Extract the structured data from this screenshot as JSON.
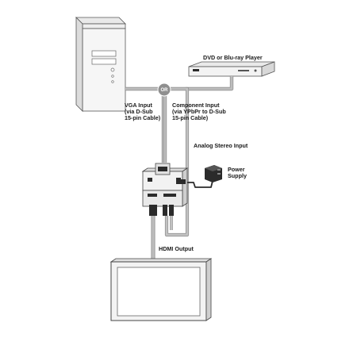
{
  "labels": {
    "dvd_player": "DVD or Blu-ray Player",
    "or_marker": "OR",
    "vga_input": "VGA Input\n(via D-Sub\n15-pin Cable)",
    "component_input": "Component Input\n(via YPbPr to D-Sub\n15-pin Cable)",
    "analog_stereo_input": "Analog Stereo Input",
    "power_supply": "Power\nSupply",
    "hdmi_output": "HDMI Output"
  },
  "colors": {
    "cable": "#b5b5b5",
    "cable_edge": "#8a8a8a",
    "device_body": "#f4f4f4",
    "device_outline": "#555555",
    "screen": "#ffffff",
    "dark": "#2b2b2b"
  }
}
